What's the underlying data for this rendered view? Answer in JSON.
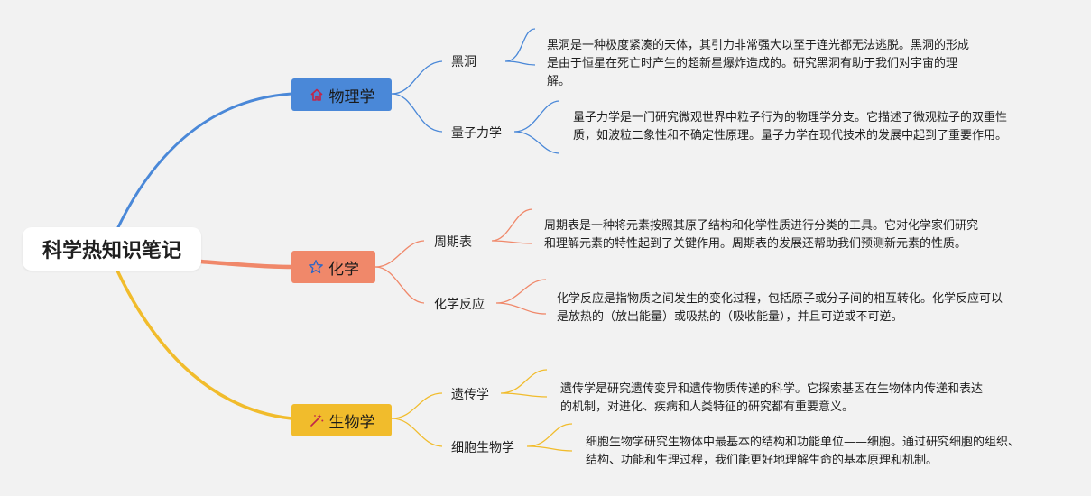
{
  "root": {
    "title": "科学热知识笔记"
  },
  "branches": [
    {
      "label": "物理学",
      "icon": "house-icon",
      "color": "#4a88d8",
      "topics": [
        {
          "label": "黑洞",
          "text": "黑洞是一种极度紧凑的天体，其引力非常强大以至于连光都无法逃脱。黑洞的形成是由于恒星在死亡时产生的超新星爆炸造成的。研究黑洞有助于我们对宇宙的理解。"
        },
        {
          "label": "量子力学",
          "text": "量子力学是一门研究微观世界中粒子行为的物理学分支。它描述了微观粒子的双重性质，如波粒二象性和不确定性原理。量子力学在现代技术的发展中起到了重要作用。"
        }
      ]
    },
    {
      "label": "化学",
      "icon": "star-icon",
      "color": "#f0886a",
      "topics": [
        {
          "label": "周期表",
          "text": "周期表是一种将元素按照其原子结构和化学性质进行分类的工具。它对化学家们研究和理解元素的特性起到了关键作用。周期表的发展还帮助我们预测新元素的性质。"
        },
        {
          "label": "化学反应",
          "text": "化学反应是指物质之间发生的变化过程，包括原子或分子间的相互转化。化学反应可以是放热的（放出能量）或吸热的（吸收能量），并且可逆或不可逆。"
        }
      ]
    },
    {
      "label": "生物学",
      "icon": "sparkle-icon",
      "color": "#f1bc2c",
      "topics": [
        {
          "label": "遗传学",
          "text": "遗传学是研究遗传变异和遗传物质传递的科学。它探索基因在生物体内传递和表达的机制，对进化、疾病和人类特征的研究都有重要意义。"
        },
        {
          "label": "细胞生物学",
          "text": "细胞生物学研究生物体中最基本的结构和功能单位——细胞。通过研究细胞的组织、结构、功能和生理过程，我们能更好地理解生命的基本原理和机制。"
        }
      ]
    }
  ]
}
